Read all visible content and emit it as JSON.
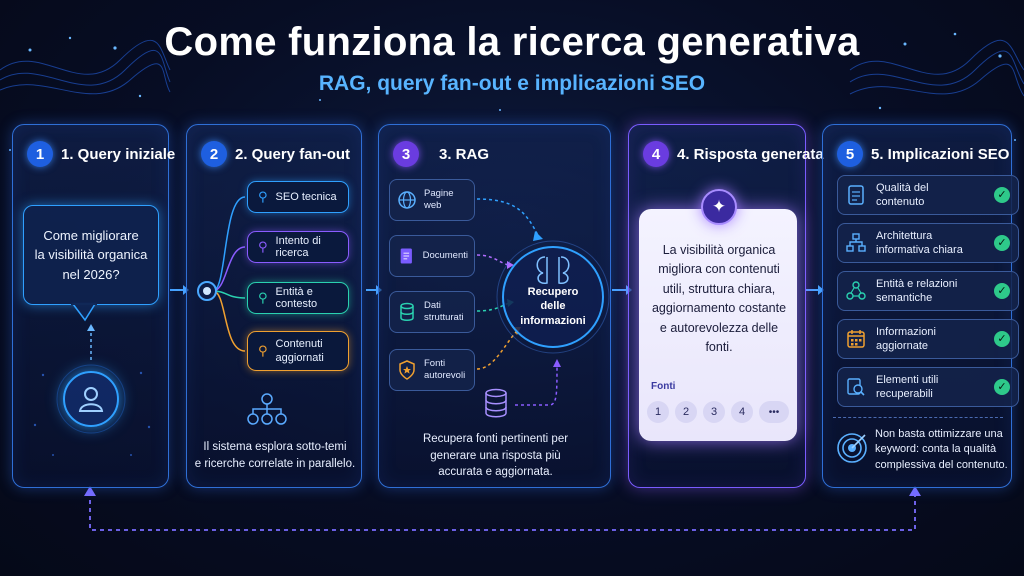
{
  "title": "Come funziona la ricerca generativa",
  "subtitle": "RAG, query fan-out e implicazioni SEO",
  "steps": [
    {
      "number": "1",
      "title": "1. Query iniziale",
      "bubble_lines": [
        "Come migliorare",
        "la visibilità organica",
        "nel 2026?"
      ]
    },
    {
      "number": "2",
      "title": "2. Query fan-out",
      "chips": [
        {
          "label": "SEO tecnica",
          "color": "#2fa0ff"
        },
        {
          "label": "Intento di ricerca",
          "color": "#8a5cff"
        },
        {
          "label": "Entità e contesto",
          "color": "#2ad1b0"
        },
        {
          "label_lines": [
            "Contenuti",
            "aggiornati"
          ],
          "color": "#f0a030"
        }
      ],
      "caption_lines": [
        "Il sistema esplora sotto-temi",
        "e ricerche correlate in parallelo."
      ]
    },
    {
      "number": "3",
      "title": "3. RAG",
      "sources": [
        {
          "label_lines": [
            "Pagine",
            "web"
          ],
          "icon": "globe-icon"
        },
        {
          "label_lines": [
            "Documenti"
          ],
          "icon": "document-icon"
        },
        {
          "label_lines": [
            "Dati",
            "strutturati"
          ],
          "icon": "database-icon"
        },
        {
          "label_lines": [
            "Fonti",
            "autorevoli"
          ],
          "icon": "shield-star-icon"
        }
      ],
      "center_lines": [
        "Recupero",
        "delle",
        "informazioni"
      ],
      "caption_lines": [
        "Recupera fonti pertinenti per",
        "generare una risposta più",
        "accurata e aggiornata."
      ]
    },
    {
      "number": "4",
      "title": "4. Risposta generata",
      "answer_lines": [
        "La visibilità organica",
        "migliora con contenuti",
        "utili, struttura chiara,",
        "aggiornamento costante",
        "e autorevolezza delle",
        "fonti."
      ],
      "sources_label": "Fonti",
      "source_pills": [
        "1",
        "2",
        "3",
        "4",
        "•••"
      ]
    },
    {
      "number": "5",
      "title": "5. Implicazioni SEO",
      "items": [
        {
          "label_lines": [
            "Qualità del",
            "contenuto"
          ],
          "icon": "document-icon"
        },
        {
          "label_lines": [
            "Architettura",
            "informativa chiara"
          ],
          "icon": "sitemap-icon"
        },
        {
          "label_lines": [
            "Entità e relazioni",
            "semantiche"
          ],
          "icon": "entities-icon"
        },
        {
          "label_lines": [
            "Informazioni",
            "aggiornate"
          ],
          "icon": "calendar-icon"
        },
        {
          "label_lines": [
            "Elementi utili",
            "recuperabili"
          ],
          "icon": "search-doc-icon"
        }
      ],
      "footer_lines": [
        "Non basta ottimizzare una",
        "keyword: conta la qualità",
        "complessiva del contenuto."
      ]
    }
  ],
  "colors": {
    "accent_blue": "#2f8bff",
    "accent_purple": "#8a5cff",
    "accent_teal": "#2ad1b0",
    "accent_orange": "#f0a030",
    "check_green": "#2ec98a"
  }
}
